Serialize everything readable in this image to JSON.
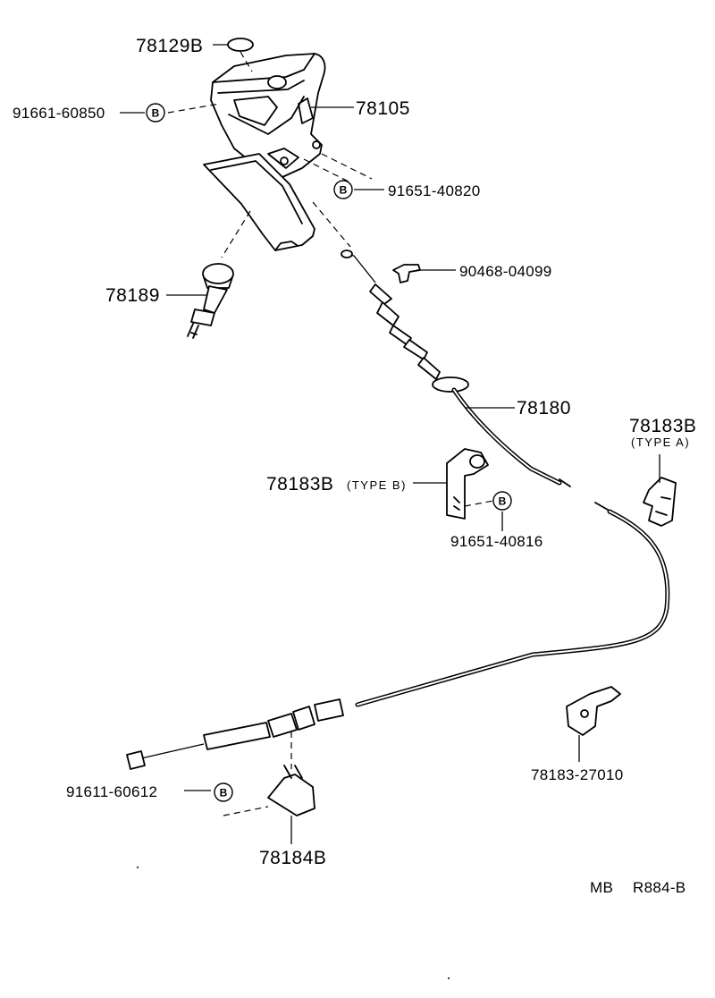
{
  "parts": {
    "p78129b": "78129B",
    "p91661": "91661-60850",
    "p78105": "78105",
    "p91651_40820": "91651-40820",
    "p90468": "90468-04099",
    "p78189": "78189",
    "p78180": "78180",
    "p78183b_a": "78183B",
    "type_a": "(TYPE A)",
    "p78183b_b": "78183B",
    "type_b": "(TYPE B)",
    "p91651_40816": "91651-40816",
    "p78183_27010": "78183-27010",
    "p91611": "91611-60612",
    "p78184b": "78184B"
  },
  "bolt_symbol": "B",
  "footer": {
    "code_left": "MB",
    "code_right": "R884-B"
  }
}
